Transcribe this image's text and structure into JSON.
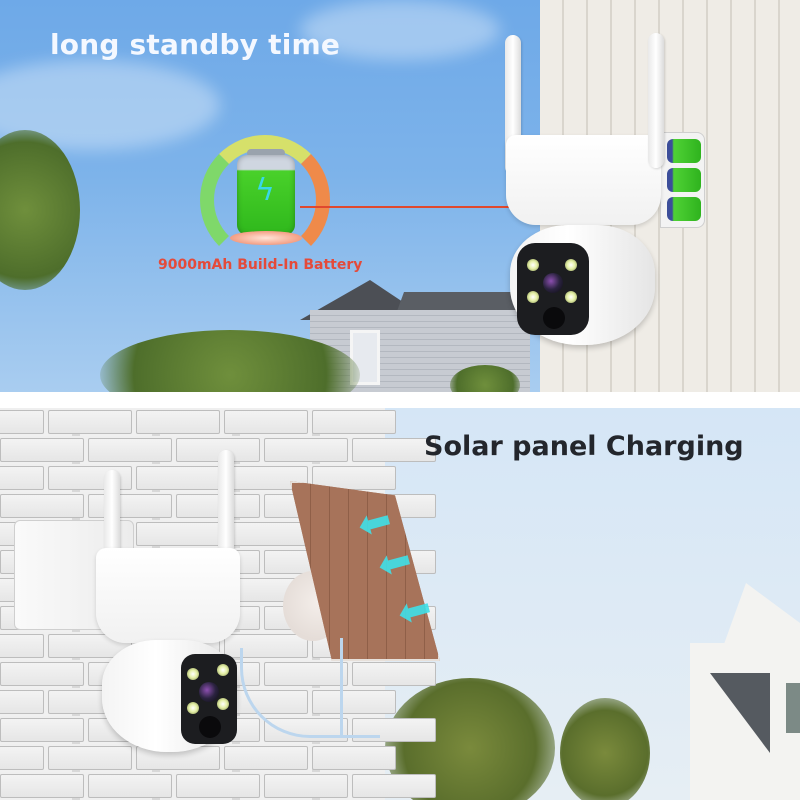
{
  "top_panel": {
    "headline": "long standby time",
    "battery_badge": {
      "caption": "9000mAh Build-In Battery",
      "icon": "battery-charging-icon",
      "gauge_colors": [
        "#7fd86a",
        "#d6e06a",
        "#ef8a4a"
      ],
      "fill_color": "#3cc424"
    },
    "callout_line_color": "#e0482e",
    "camera": {
      "antennas": 2,
      "leds": 4,
      "internal_battery_cells": 3
    }
  },
  "bottom_panel": {
    "headline": "Solar panel Charging",
    "solar_panel": {
      "arrows": 3,
      "arrow_color": "#3fe0e8",
      "panel_color": "#a7735a"
    },
    "camera": {
      "antennas": 2,
      "leds": 4
    },
    "cable_color": "#bcd6ee"
  },
  "colors": {
    "headline_top": "#f4f8ff",
    "headline_bottom": "#23262c",
    "caption_red": "#e44a3a",
    "sky_top": "#7db3ea"
  }
}
